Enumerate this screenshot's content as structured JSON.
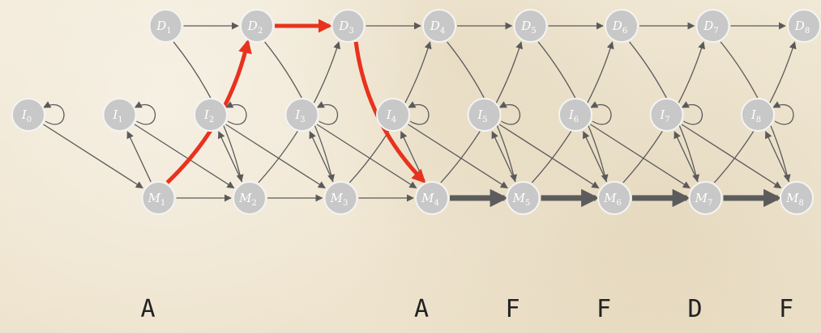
{
  "figure": {
    "colors": {
      "node_fill": "#c8c8c8",
      "node_stroke": "#f4f4f4",
      "label": "#ffffff",
      "edge": "#5a5a5a",
      "edge_thick": "#5c5c5c",
      "highlight": "#e8321e",
      "text": "#222222"
    },
    "states": {
      "D": [
        {
          "prefix": "D",
          "sub": "1"
        },
        {
          "prefix": "D",
          "sub": "2"
        },
        {
          "prefix": "D",
          "sub": "3"
        },
        {
          "prefix": "D",
          "sub": "4"
        },
        {
          "prefix": "D",
          "sub": "5"
        },
        {
          "prefix": "D",
          "sub": "6"
        },
        {
          "prefix": "D",
          "sub": "7"
        },
        {
          "prefix": "D",
          "sub": "8"
        }
      ],
      "I": [
        {
          "prefix": "I",
          "sub": "0"
        },
        {
          "prefix": "I",
          "sub": "1"
        },
        {
          "prefix": "I",
          "sub": "2"
        },
        {
          "prefix": "I",
          "sub": "3"
        },
        {
          "prefix": "I",
          "sub": "4"
        },
        {
          "prefix": "I",
          "sub": "5"
        },
        {
          "prefix": "I",
          "sub": "6"
        },
        {
          "prefix": "I",
          "sub": "7"
        },
        {
          "prefix": "I",
          "sub": "8"
        }
      ],
      "M": [
        {
          "prefix": "M",
          "sub": "1"
        },
        {
          "prefix": "M",
          "sub": "2"
        },
        {
          "prefix": "M",
          "sub": "3"
        },
        {
          "prefix": "M",
          "sub": "4"
        },
        {
          "prefix": "M",
          "sub": "5"
        },
        {
          "prefix": "M",
          "sub": "6"
        },
        {
          "prefix": "M",
          "sub": "7"
        },
        {
          "prefix": "M",
          "sub": "8"
        }
      ]
    },
    "highlighted_path": [
      "M1",
      "D2",
      "D3",
      "M4",
      "M5",
      "M6",
      "M7",
      "M8"
    ],
    "sequence": [
      {
        "letter": "A",
        "under": "M1"
      },
      {
        "letter": "A",
        "under": "M4"
      },
      {
        "letter": "F",
        "under": "M5"
      },
      {
        "letter": "F",
        "under": "M6"
      },
      {
        "letter": "D",
        "under": "M7"
      },
      {
        "letter": "F",
        "under": "M8"
      }
    ]
  }
}
